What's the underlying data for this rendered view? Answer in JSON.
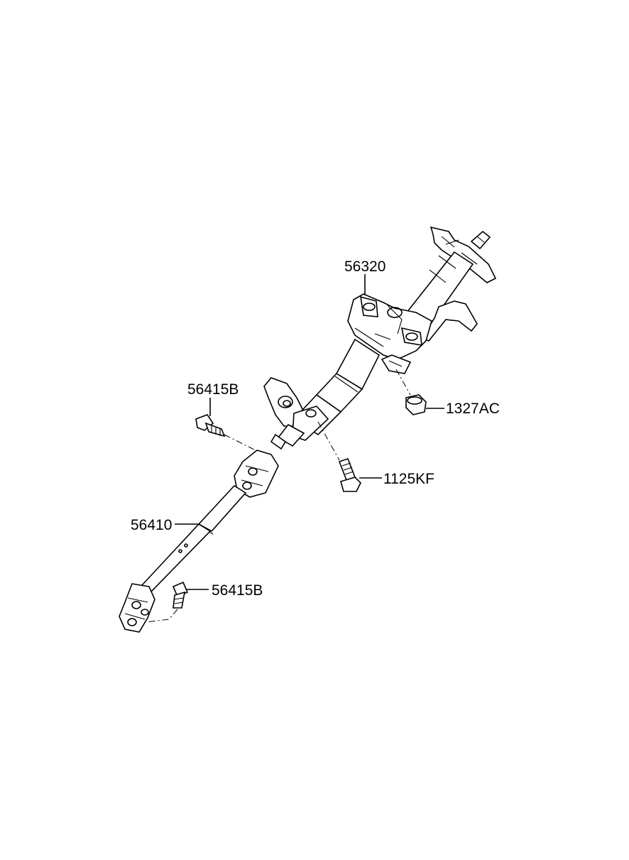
{
  "callouts": {
    "steering_column": "56320",
    "bolt_upper": "56415B",
    "nut": "1327AC",
    "bolt_column": "1125KF",
    "intermediate_shaft": "56410",
    "bolt_lower": "56415B"
  },
  "icons": {
    "steering_column": "steering-column-assembly-icon",
    "intermediate_shaft": "universal-joint-shaft-icon",
    "bolts": "bolt-icon",
    "nut": "nut-icon"
  }
}
